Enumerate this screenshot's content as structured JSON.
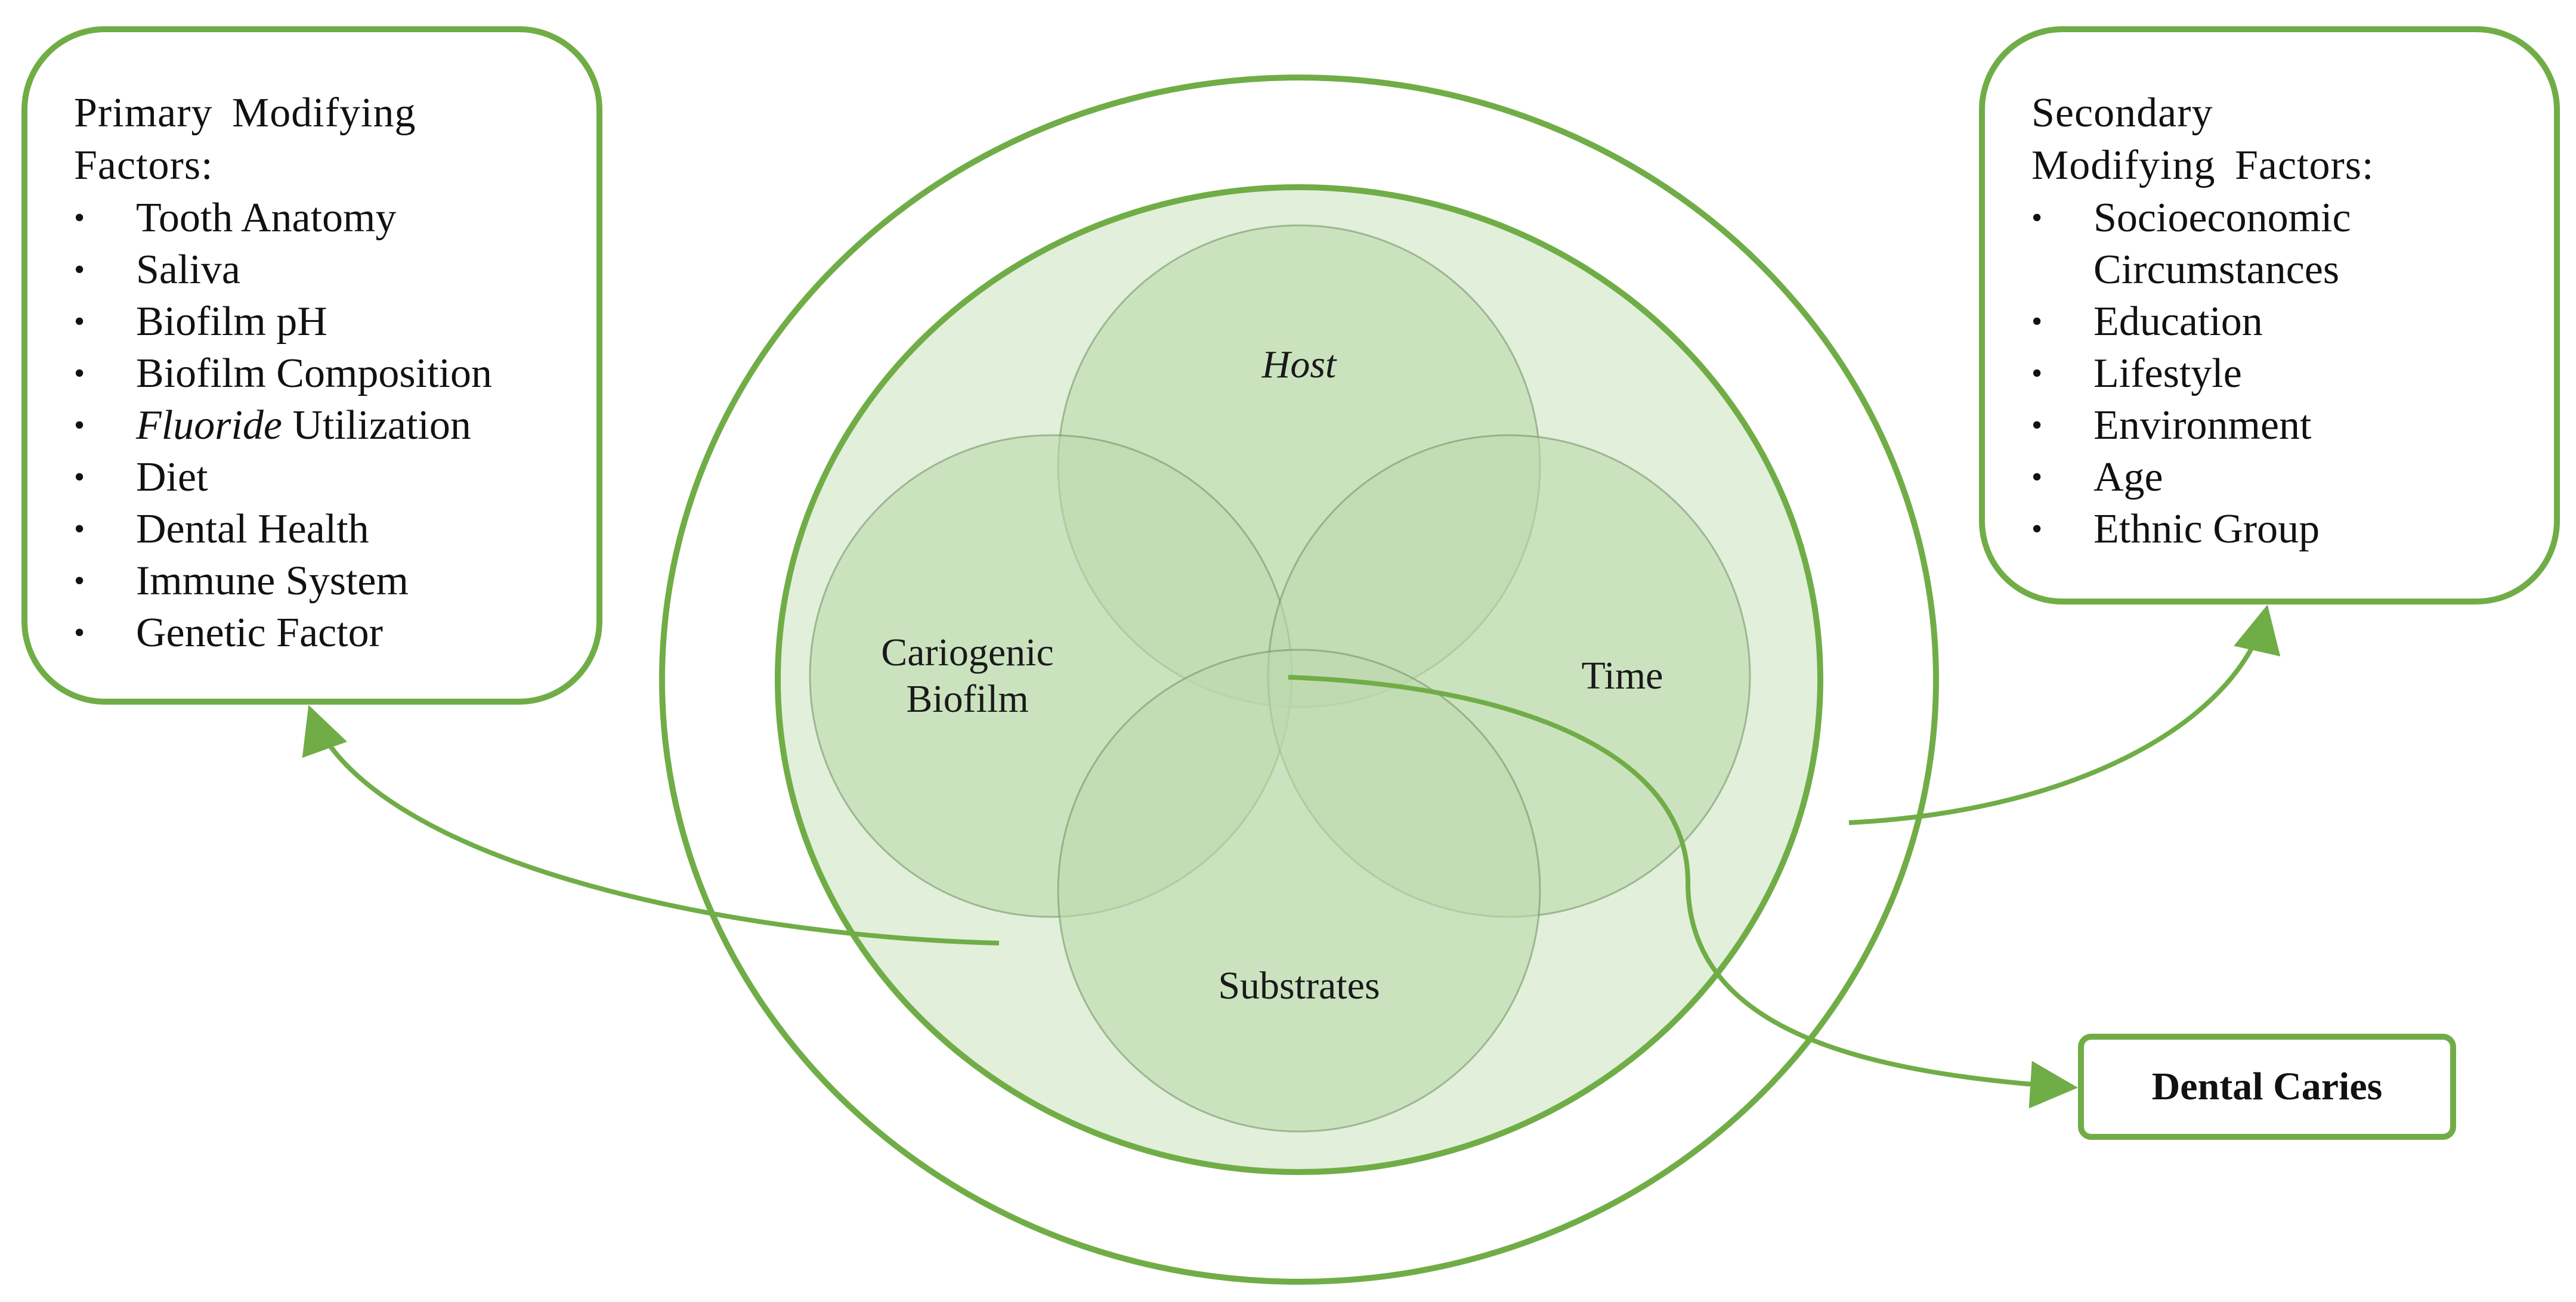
{
  "primary_factors": {
    "title": "Primary Modifying Factors:",
    "items": [
      {
        "text": "Tooth Anatomy"
      },
      {
        "text": "Saliva"
      },
      {
        "text": "Biofilm pH"
      },
      {
        "text": "Biofilm Composition"
      },
      {
        "emphasis": "Fluoride",
        "text": " Utilization"
      },
      {
        "text": "Diet"
      },
      {
        "text": "Dental Health"
      },
      {
        "text": "Immune System"
      },
      {
        "text": "Genetic Factor"
      }
    ]
  },
  "secondary_factors": {
    "title": "Secondary Modifying Factors:",
    "items": [
      {
        "text": "Socioeconomic Circumstances"
      },
      {
        "text": "Education"
      },
      {
        "text": "Lifestyle"
      },
      {
        "text": "Environment"
      },
      {
        "text": "Age"
      },
      {
        "text": "Ethnic Group"
      }
    ]
  },
  "venn": {
    "host": "Host",
    "biofilm": "Cariogenic Biofilm",
    "time": "Time",
    "substrates": "Substrates"
  },
  "outcome": "Dental Caries",
  "colors": {
    "accent": "#70ad47",
    "circle_fill": "#bcd9ae",
    "inner_ring_fill": "#e2efda"
  }
}
